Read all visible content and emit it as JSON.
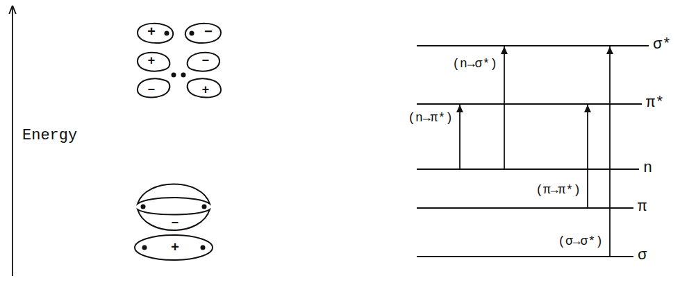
{
  "diagram": {
    "nodes": [
      {
        "text": [
          "σ*"
        ]
      },
      {
        "text": [
          "π*"
        ]
      },
      {
        "text": [
          "n"
        ]
      },
      {
        "text": [
          "π"
        ]
      },
      {
        "text": [
          "σ"
        ]
      }
    ],
    "edges": [
      {
        "from": 2,
        "to": 0,
        "arrow": "to",
        "label": "(n→σ*)"
      },
      {
        "from": 2,
        "to": 1,
        "arrow": "to",
        "label": "(n→π*)"
      },
      {
        "from": 3,
        "to": 1,
        "arrow": "to",
        "label": "(π→π*)"
      },
      {
        "from": 4,
        "to": 0,
        "arrow": "to",
        "label": "(σ→σ*)"
      }
    ],
    "labels": [
      "Energy",
      "+",
      "−",
      "+",
      "−",
      "−",
      "+",
      "−",
      "+"
    ]
  }
}
